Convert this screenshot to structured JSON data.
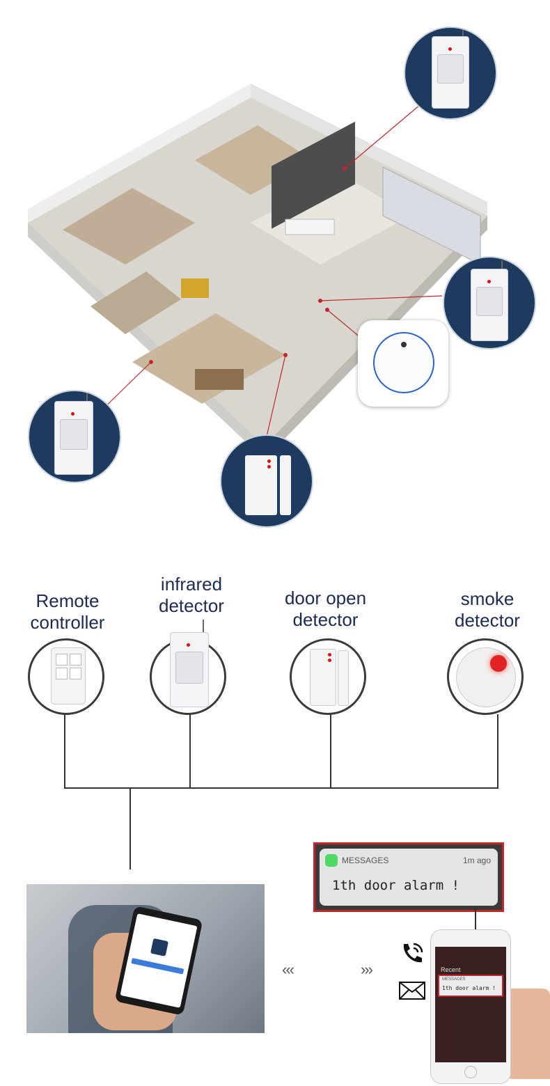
{
  "sensors": [
    {
      "name": "remote",
      "line1": "Remote",
      "line2": "controller"
    },
    {
      "name": "infrared",
      "line1": "infrared",
      "line2": "detector"
    },
    {
      "name": "door",
      "line1": "door open",
      "line2": "detector"
    },
    {
      "name": "smoke",
      "line1": "smoke",
      "line2": "detector"
    }
  ],
  "notification": {
    "app": "MESSAGES",
    "time": "1m ago",
    "message": "1th door alarm !"
  },
  "phone_screen": {
    "section": "Recent",
    "app": "MESSAGES",
    "message": "1th door alarm !"
  },
  "arrows": {
    "left": "‹‹‹",
    "right": "›››"
  },
  "colors": {
    "label": "#1d2a52",
    "circle_bg": "#1f3a5f",
    "alert_red": "#c0262c",
    "notif_icon": "#4cd964"
  },
  "icons": [
    "phone-call-icon",
    "envelope-icon",
    "messages-app-icon",
    "pir-sensor-icon",
    "door-sensor-icon",
    "keypad-icon",
    "remote-icon",
    "smoke-detector-icon"
  ]
}
